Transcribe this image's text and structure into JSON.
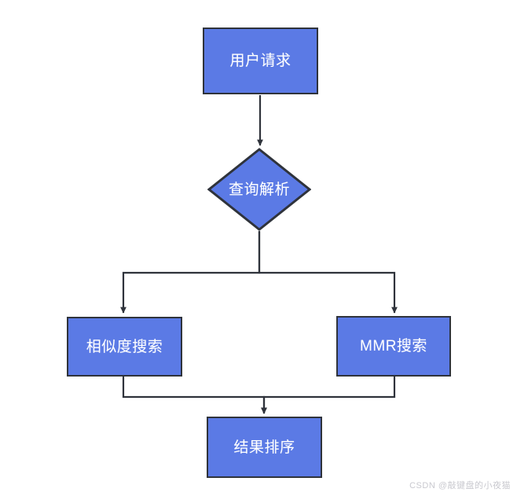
{
  "diagram": {
    "type": "flowchart",
    "orientation": "top-down",
    "background_color": "#ffffff",
    "node_fill_color": "#5b7ae5",
    "node_border_color": "#2f333b",
    "node_text_color": "#ffffff",
    "edge_color": "#2f333b",
    "nodes": [
      {
        "id": "user-request",
        "label": "用户请求",
        "shape": "rectangle"
      },
      {
        "id": "query-parse",
        "label": "查询解析",
        "shape": "diamond"
      },
      {
        "id": "similarity",
        "label": "相似度搜索",
        "shape": "rectangle"
      },
      {
        "id": "mmr",
        "label": "MMR搜索",
        "shape": "rectangle"
      },
      {
        "id": "result-rank",
        "label": "结果排序",
        "shape": "rectangle"
      }
    ],
    "edges": [
      {
        "from": "user-request",
        "to": "query-parse",
        "label": ""
      },
      {
        "from": "query-parse",
        "to": "similarity",
        "label": ""
      },
      {
        "from": "query-parse",
        "to": "mmr",
        "label": ""
      },
      {
        "from": "similarity",
        "to": "result-rank",
        "label": ""
      },
      {
        "from": "mmr",
        "to": "result-rank",
        "label": ""
      }
    ]
  },
  "watermark": {
    "text": "CSDN @敲键盘的小夜猫"
  }
}
